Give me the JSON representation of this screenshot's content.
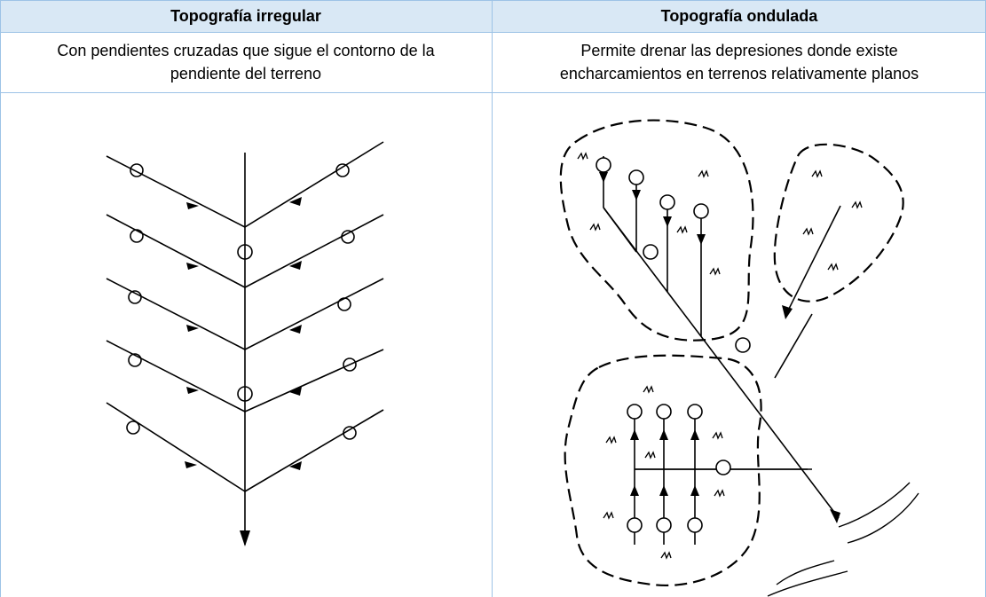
{
  "table": {
    "columns": [
      {
        "header": "Topografía irregular",
        "description_line1": "Con pendientes cruzadas que sigue el contorno de la",
        "description_line2": "pendiente del terreno"
      },
      {
        "header": "Topografía ondulada",
        "description_line1": "Permite drenar las depresiones donde existe",
        "description_line2": "encharcamientos en terrenos relativamente planos"
      }
    ]
  },
  "colors": {
    "header_bg": "#d9e8f5",
    "border": "#9dc3e6",
    "ink": "#000000"
  },
  "icons": [
    "herringbone-drain-diagram",
    "undulating-drain-diagram"
  ]
}
